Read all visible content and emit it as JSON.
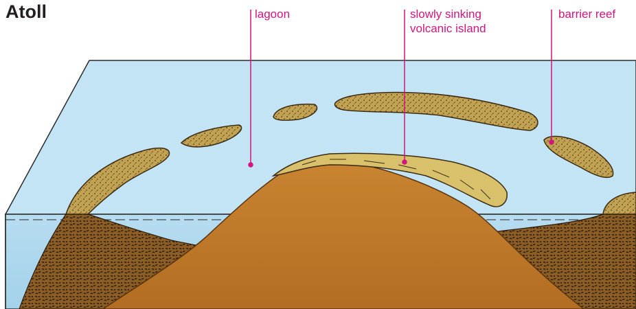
{
  "title": "Atoll",
  "labels": {
    "lagoon": "lagoon",
    "sinking_island_line1": "slowly sinking",
    "sinking_island_line2": "volcanic island",
    "barrier_reef": "barrier reef"
  },
  "colors": {
    "label_text": "#d4147e",
    "leader_line": "#d4147e",
    "water_surface": "#c2e4f5",
    "water_cross_section": "#a9d8ee",
    "volcano": "#c47a2c",
    "volcano_top": "#d9c06a",
    "reef": "#b99a4a",
    "reef_dark": "#3a2a12"
  }
}
